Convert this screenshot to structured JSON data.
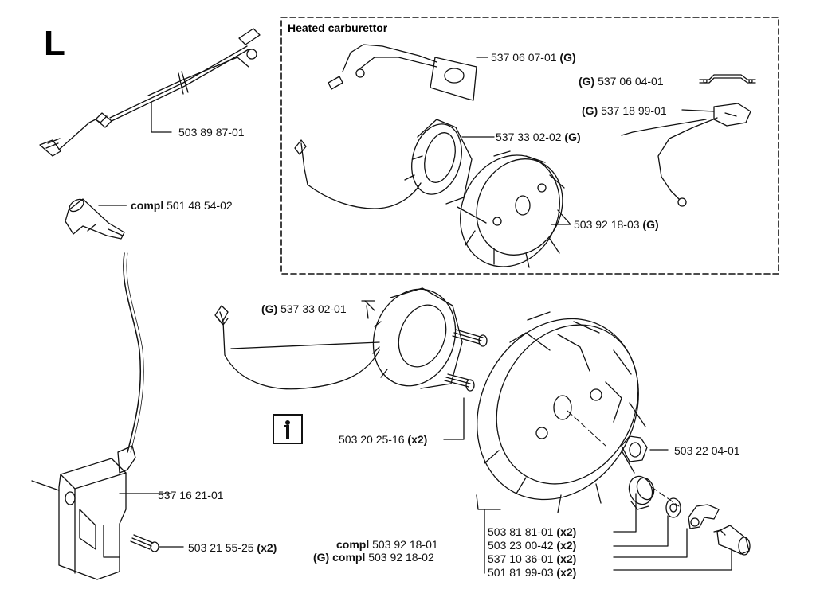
{
  "page": {
    "section_letter": "L",
    "box_title": "Heated carburettor",
    "info_icon": "info-wrench-icon"
  },
  "labels": {
    "p1": {
      "pre": "",
      "code": "503 89 87-01",
      "post": ""
    },
    "p2": {
      "pre": "compl",
      "code": "501 48 54-02",
      "post": ""
    },
    "p3": {
      "pre": "",
      "code": "537 16 21-01",
      "post": ""
    },
    "p4": {
      "pre": "",
      "code": "503 21 55-25",
      "post": "(x2)"
    },
    "p5": {
      "pre": "",
      "code": "537 06 07-01",
      "post": "(G)"
    },
    "p6": {
      "pre": "(G)",
      "code": "537 06 04-01",
      "post": ""
    },
    "p7": {
      "pre": "(G)",
      "code": "537 18 99-01",
      "post": ""
    },
    "p8": {
      "pre": "",
      "code": "537 33 02-02",
      "post": "(G)"
    },
    "p9": {
      "pre": "",
      "code": "503 92 18-03",
      "post": "(G)"
    },
    "p10": {
      "pre": "(G)",
      "code": "537 33 02-01",
      "post": ""
    },
    "p11": {
      "pre": "",
      "code": "503 20 25-16",
      "post": "(x2)"
    },
    "p12": {
      "pre": "",
      "code": "503 22 04-01",
      "post": ""
    },
    "p13": {
      "pre": "compl",
      "code": "503 92 18-01",
      "post": ""
    },
    "p14": {
      "pre": "(G) compl",
      "code": "503 92 18-02",
      "post": ""
    },
    "p15": {
      "pre": "",
      "code": "503 81 81-01",
      "post": "(x2)"
    },
    "p16": {
      "pre": "",
      "code": "503 23 00-42",
      "post": "(x2)"
    },
    "p17": {
      "pre": "",
      "code": "537 10 36-01",
      "post": "(x2)"
    },
    "p18": {
      "pre": "",
      "code": "501 81 99-03",
      "post": "(x2)"
    }
  }
}
